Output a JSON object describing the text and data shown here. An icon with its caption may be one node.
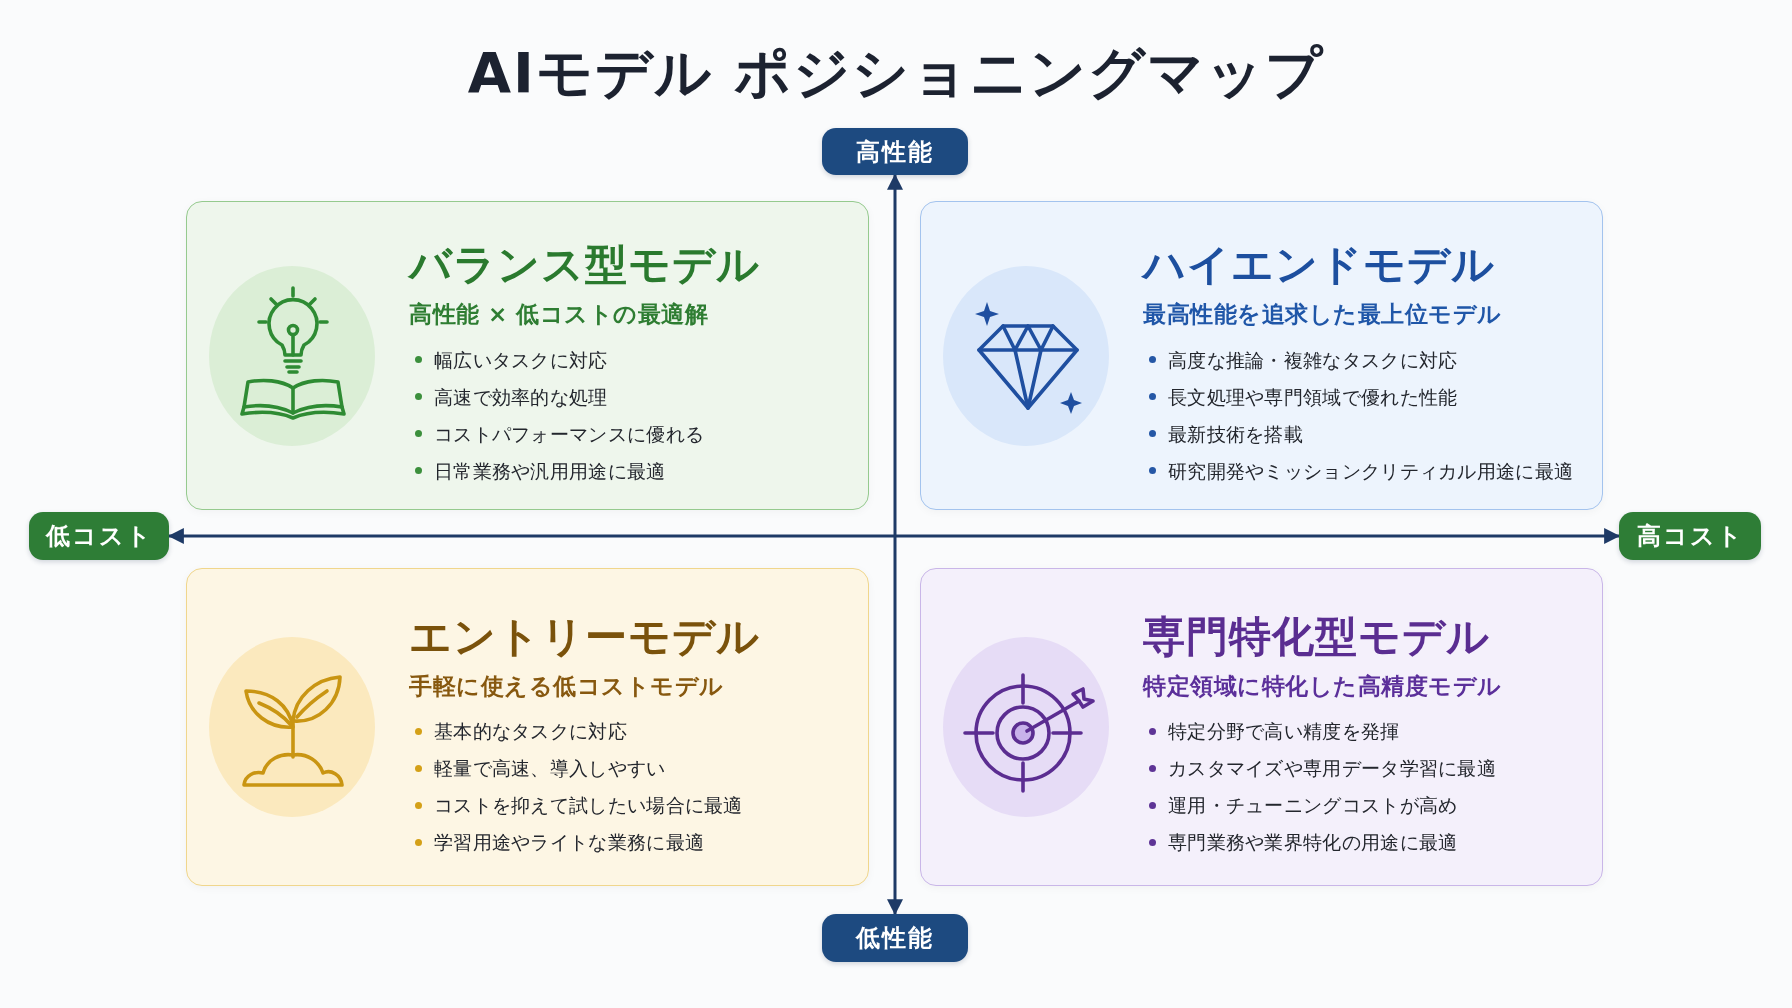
{
  "diagram": {
    "title": "AIモデル ポジショニングマップ",
    "nodes": [
      {
        "text": [
          "高性能"
        ]
      },
      {
        "text": [
          "バランス型モデル",
          "高性能 × 低コストの最適解",
          "幅広いタスクに対応",
          "高速で効率的な処理",
          "コストパフォーマンスに優れる",
          "日常業務や汎用用途に最適"
        ]
      },
      {
        "text": [
          "ハイエンドモデル",
          "最高性能を追求した最上位モデル",
          "高度な推論・複雑なタスクに対応",
          "長文処理や専門領域で優れた性能",
          "最新技術を搭載",
          "研究開発やミッションクリティカル用途に最適"
        ]
      },
      {
        "text": [
          "低コスト"
        ]
      },
      {
        "text": [
          "高コスト"
        ]
      },
      {
        "text": [
          "エントリーモデル",
          "手軽に使える低コストモデル",
          "基本的なタスクに対応",
          "軽量で高速、導入しやすい",
          "コストを抑えて試したい場合に最適",
          "学習用途やライトな業務に最適"
        ]
      },
      {
        "text": [
          "専門特化型モデル",
          "特定領域に特化した高精度モデル",
          "特定分野で高い精度を発揮",
          "カスタマイズや専用データ学習に最適",
          "運用・チューニングコストが高め",
          "専門業務や業界特化の用途に最適"
        ]
      },
      {
        "text": [
          "低性能"
        ]
      }
    ],
    "edges": [
      {
        "from": 7,
        "to": 0,
        "arrow": "both"
      },
      {
        "from": 3,
        "to": 4,
        "arrow": "both"
      }
    ]
  }
}
